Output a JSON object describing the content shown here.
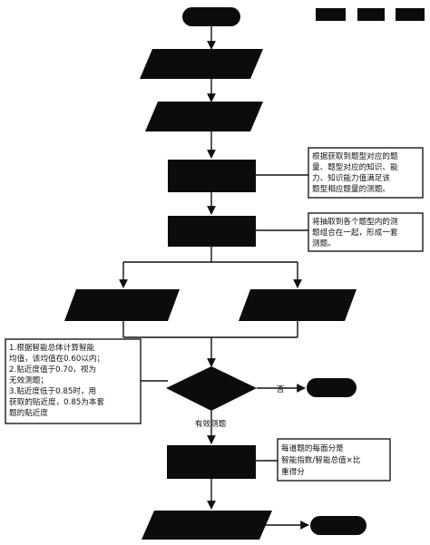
{
  "legend": [
    {
      "id": "legend-1",
      "label": ""
    },
    {
      "id": "legend-2",
      "label": ""
    },
    {
      "id": "legend-3",
      "label": ""
    }
  ],
  "nodes": {
    "start": "",
    "input_1": [
      "",
      ""
    ],
    "input_2": [
      "",
      "",
      ""
    ],
    "process_1": "",
    "process_2": "",
    "left_branch": "",
    "right_branch": "",
    "decision": "",
    "no_end": "",
    "process_3": "",
    "output": "",
    "end": ""
  },
  "edge_labels": {
    "no": "否",
    "valid": "有效测题"
  },
  "notes": {
    "note_1": [
      "根据获取到题型对应的题",
      "量、题型对应的知识、能",
      "力、知识能力值满足该",
      "题型相应题量的测题。"
    ],
    "note_2": [
      "将抽取到各个题型内的测",
      "题组合在一起，形成一套",
      "测题。"
    ],
    "note_3": [
      "1.根据智能总体计算智能",
      "均值，该均值在0.60以内；",
      "2.贴近度值于0.70，视为",
      "无效测题；",
      "3.贴近度低于0.85时，用",
      "获取的贴近度，0.85为本套",
      "题的贴近度"
    ],
    "note_4": [
      "每道题的每面分是",
      "智能指数/智能总值×比",
      "重得分"
    ]
  },
  "colors": {
    "shape_fill": "#0c0c0c",
    "note_border": "#1a1a1a",
    "edge": "#111111"
  }
}
